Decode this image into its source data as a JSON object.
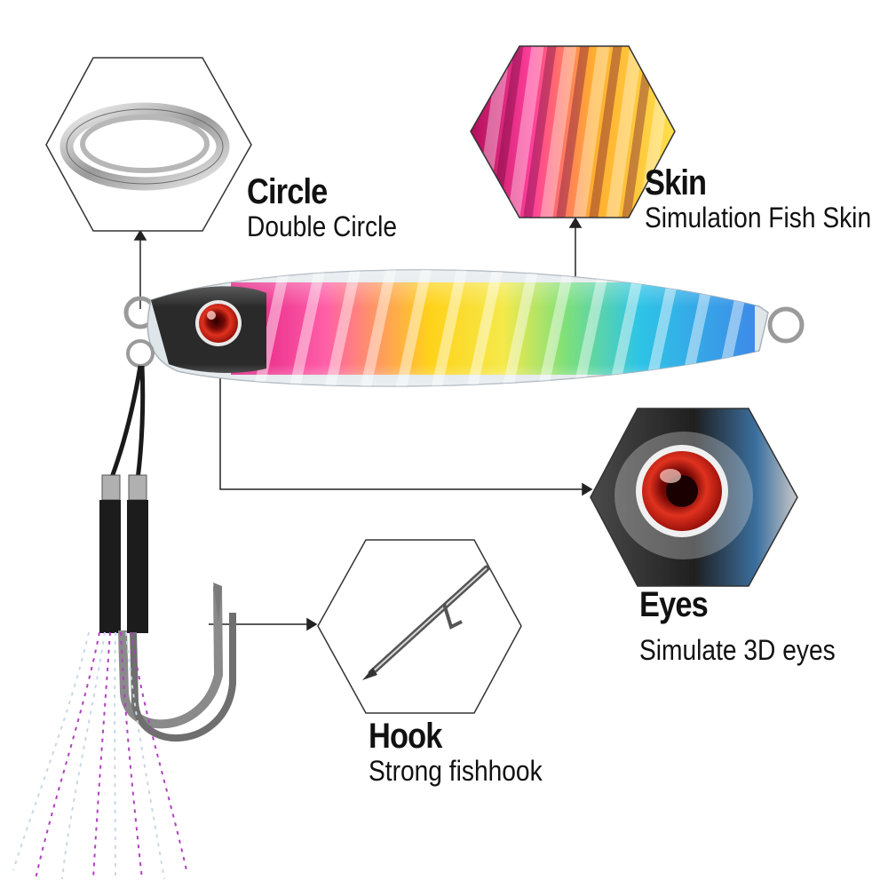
{
  "features": {
    "circle": {
      "title": "Circle",
      "description": "Double Circle"
    },
    "skin": {
      "title": "Skin",
      "description": "Simulation Fish Skin"
    },
    "eyes": {
      "title": "Eyes",
      "description": "Simulate 3D eyes"
    },
    "hook": {
      "title": "Hook",
      "description": "Strong fishhook"
    }
  },
  "colors": {
    "text": "#111111",
    "connector": "#222222",
    "hexagon_outline": "#333333",
    "eye_red": "#d4221b",
    "skin_spectrum": [
      "#e0197f",
      "#ff5fa8",
      "#ffd21a",
      "#f5e94a",
      "#7ee07a",
      "#2ec4e6",
      "#3d8be8"
    ]
  }
}
